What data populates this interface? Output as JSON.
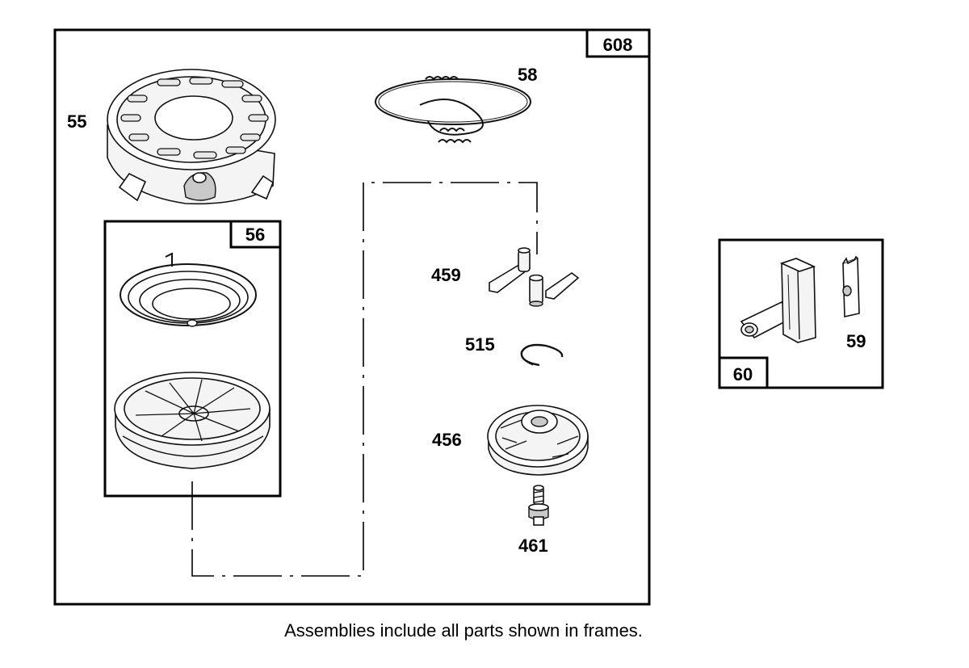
{
  "frames": {
    "main": {
      "label": "608"
    },
    "sub": {
      "label": "56"
    },
    "side": {
      "label": "60"
    }
  },
  "parts": {
    "p55": "55",
    "p58": "58",
    "p459": "459",
    "p515": "515",
    "p456": "456",
    "p461": "461",
    "p59": "59"
  },
  "caption": "Assemblies include all parts shown in frames."
}
